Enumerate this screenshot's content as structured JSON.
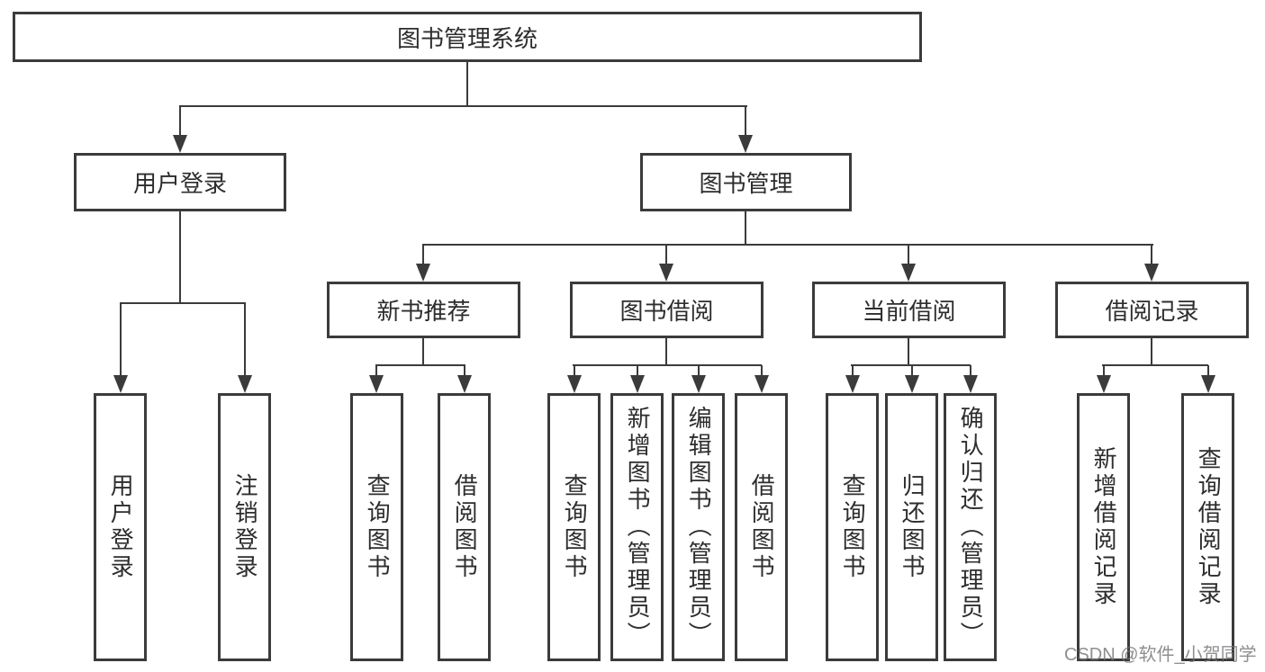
{
  "tree": {
    "root": "图书管理系统",
    "user_login": {
      "label": "用户登录",
      "children": [
        "用户登录",
        "注销登录"
      ]
    },
    "book_mgmt": {
      "label": "图书管理",
      "sections": [
        {
          "label": "新书推荐",
          "children": [
            "查询图书",
            "借阅图书"
          ]
        },
        {
          "label": "图书借阅",
          "children": [
            "查询图书",
            "新增图书（管理员）",
            "编辑图书（管理员）",
            "借阅图书"
          ]
        },
        {
          "label": "当前借阅",
          "children": [
            "查询图书",
            "归还图书",
            "确认归还（管理员）"
          ]
        },
        {
          "label": "借阅记录",
          "children": [
            "新增借阅记录",
            "查询借阅记录"
          ]
        }
      ]
    }
  },
  "watermark": "CSDN @软件_小贺同学",
  "colors": {
    "line": "#3b3b3b",
    "text": "#2d2d2d",
    "background": "#ffffff",
    "watermark": "#73737866"
  }
}
